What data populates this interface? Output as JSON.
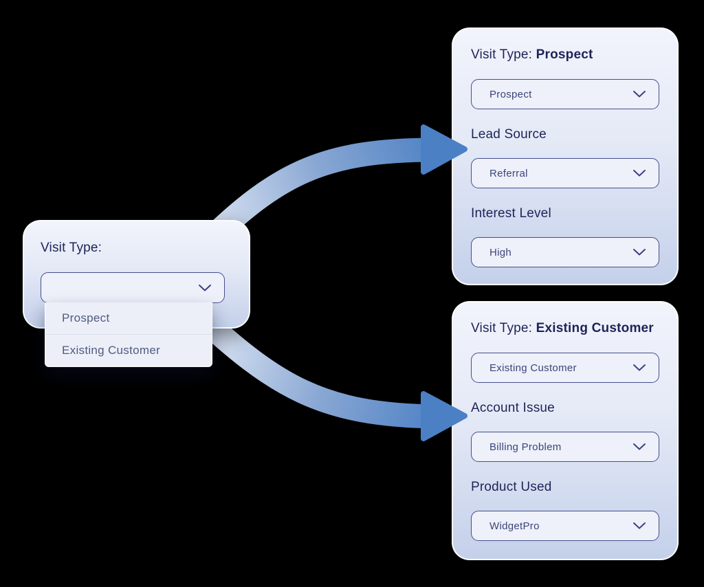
{
  "left_card": {
    "label": "Visit Type:",
    "select_value": "",
    "options": [
      {
        "label": "Prospect"
      },
      {
        "label": "Existing Customer"
      }
    ]
  },
  "prospect_card": {
    "title_prefix": "Visit Type: ",
    "title_bold": "Prospect",
    "visit_select_value": "Prospect",
    "fields": [
      {
        "label": "Lead Source",
        "value": "Referral"
      },
      {
        "label": "Interest Level",
        "value": "High"
      }
    ]
  },
  "existing_card": {
    "title_prefix": "Visit Type: ",
    "title_bold": "Existing Customer",
    "visit_select_value": "Existing Customer",
    "fields": [
      {
        "label": "Account Issue",
        "value": "Billing Problem"
      },
      {
        "label": "Product Used",
        "value": "WidgetPro"
      }
    ]
  },
  "icons": {
    "select_chevron": "chevron-down-icon",
    "flow_arrows": "curved-arrow-right"
  },
  "colors": {
    "background": "#000000",
    "card_gradient_top": "#f2f4fc",
    "card_gradient_bottom": "#c4d0ea",
    "title_text": "#1e2357",
    "select_text": "#3c4577",
    "select_border": "#454e8d",
    "select_bg": "#eef0fa",
    "option_text": "#4f5a80",
    "arrow_light": "#dde6f4",
    "arrow_dark": "#4b80c4"
  }
}
